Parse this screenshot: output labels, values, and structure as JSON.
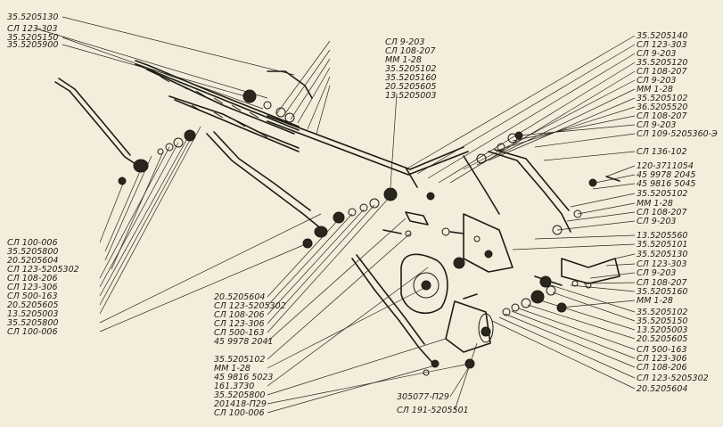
{
  "labels_left": [
    "35.5205130",
    "СЛ 123-303",
    "35.5205150",
    "35.5205900",
    "СЛ 9-203",
    "СЛ 108-207",
    "ММ 1-28",
    "35.5205102",
    "35.5205160",
    "20.5205605",
    "13.5205003"
  ],
  "labels_left_bottom": [
    "СЛ 100-006",
    "35.5205800",
    "20.5205604",
    "СЛ 123-5205302",
    "СЛ 108-206",
    "СЛ 123-306",
    "СЛ 500-163",
    "20.5205605",
    "13.5205003",
    "35.5205800",
    "СЛ 100-006"
  ],
  "labels_center_bottom": [
    "20.5205604",
    "СЛ 123-5205302",
    "СЛ 108-206",
    "СЛ 123-306",
    "СЛ 500-163",
    "45 9978 2041",
    "35.5205102",
    "ММ 1-28",
    "45 9816 5023",
    "161.3730",
    "35.5205800",
    "201418-П29",
    "СЛ 100-006"
  ],
  "labels_motor": [
    "305077-П29",
    "СЛ 191-5205501"
  ],
  "labels_right": [
    "35.5205140",
    "СЛ 123-303",
    "СЛ 9-203",
    "35.5205120",
    "СЛ 108-207",
    "СЛ 9-203",
    "ММ 1-28",
    "35.5205102",
    "36.5205520",
    "СЛ 108-207",
    "СЛ 9-203",
    "СЛ 109-5205360-Э",
    "СЛ 136-102",
    "120-3711054",
    "45 9978 2045",
    "45 9816 5045",
    "35.5205102",
    "ММ 1-28",
    "СЛ 108-207",
    "СЛ 9-203",
    "13.5205560",
    "35.5205101",
    "35.5205130",
    "СЛ 123-303",
    "СЛ 9-203",
    "СЛ 108-207",
    "35.5205160",
    "ММ 1-28",
    "35.5205102",
    "35.5205150",
    "13.5205003",
    "20.5205605",
    "СЛ 500-163",
    "СЛ 123-306",
    "СЛ 108-206",
    "СЛ 123-5205302",
    "20.5205604"
  ]
}
